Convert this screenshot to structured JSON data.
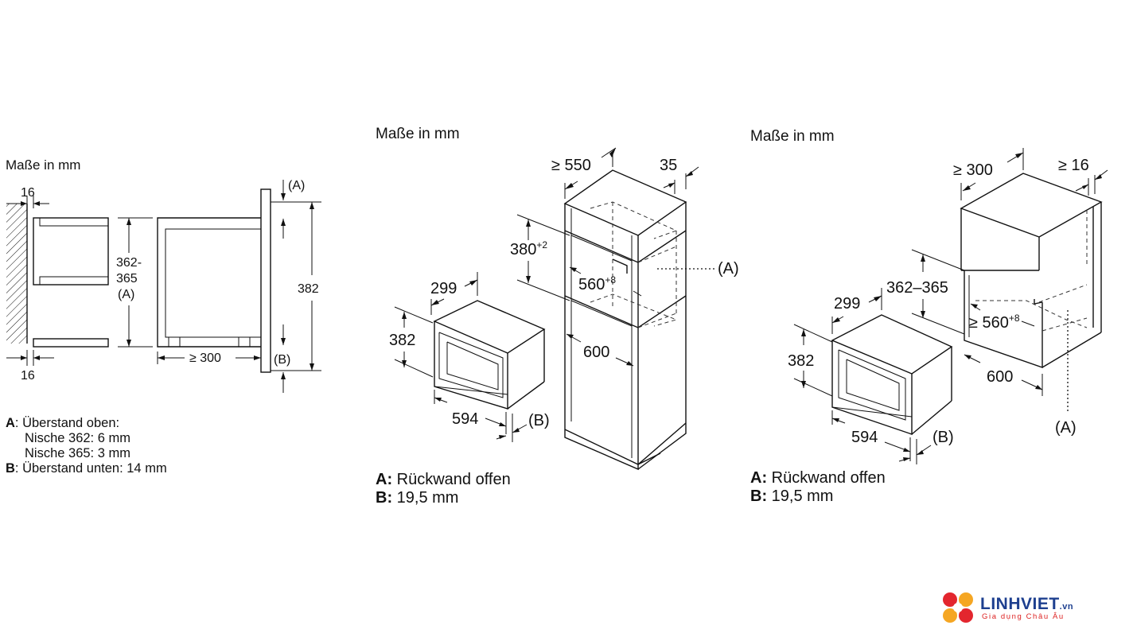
{
  "panels": [
    {
      "heading": "Maße in mm",
      "dims": {
        "top": "16",
        "bottom": "16",
        "height_line1": "362-",
        "height_line2": "365",
        "height_ref": "(A)",
        "depth": "≥ 300",
        "total": "382",
        "marker_a": "(A)",
        "marker_b": "(B)"
      },
      "legend": [
        {
          "key": "A",
          "text": ": Überstand oben:"
        },
        {
          "key": "",
          "text": "Nische 362: 6 mm"
        },
        {
          "key": "",
          "text": "Nische 365: 3 mm"
        },
        {
          "key": "B",
          "text": ": Überstand unten: 14 mm"
        }
      ]
    },
    {
      "heading": "Maße in mm",
      "dims": {
        "depth_min": "≥ 550",
        "side": "35",
        "niche_height": "380",
        "niche_height_tol": "+2",
        "niche_width": "560",
        "niche_width_tol": "+8",
        "depth": "600",
        "appliance_depth": "299",
        "appliance_height": "382",
        "appliance_width": "594",
        "marker_a": "(A)",
        "marker_b": "(B)"
      },
      "legend": [
        {
          "key": "A:",
          "text": " Rückwand offen"
        },
        {
          "key": "B:",
          "text": " 19,5 mm"
        }
      ]
    },
    {
      "heading": "Maße in mm",
      "dims": {
        "depth_min": "≥ 300",
        "side": "≥ 16",
        "niche_height": "362–365",
        "niche_width": "≥ 560",
        "niche_width_tol": "+8",
        "depth": "600",
        "appliance_depth": "299",
        "appliance_height": "382",
        "appliance_width": "594",
        "marker_a": "(A)",
        "marker_b": "(B)"
      },
      "legend": [
        {
          "key": "A:",
          "text": " Rückwand offen"
        },
        {
          "key": "B:",
          "text": " 19,5 mm"
        }
      ]
    }
  ],
  "watermark": {
    "name": "LINHVIET",
    "suffix": ".vn",
    "tagline": "Gia dụng Châu Âu",
    "colors": [
      "#e3262e",
      "#f5a623",
      "#1d3f8f",
      "#2aa84a"
    ]
  }
}
